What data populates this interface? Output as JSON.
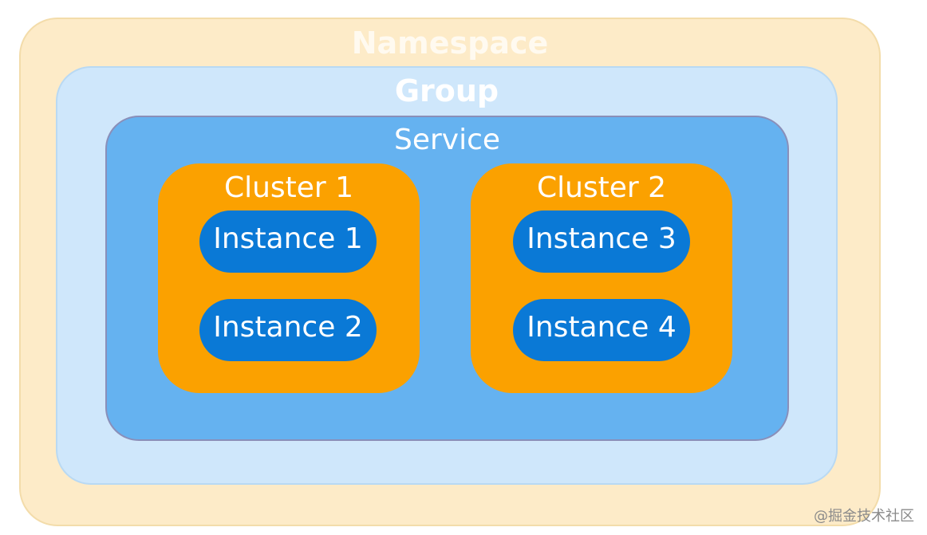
{
  "namespace": {
    "label": "Namespace"
  },
  "group": {
    "label": "Group"
  },
  "service": {
    "label": "Service"
  },
  "clusters": [
    {
      "label": "Cluster 1",
      "instances": [
        "Instance 1",
        "Instance 2"
      ]
    },
    {
      "label": "Cluster 2",
      "instances": [
        "Instance 3",
        "Instance 4"
      ]
    }
  ],
  "watermark": "@掘金技术社区",
  "colors": {
    "namespace": "#fdebc8",
    "group": "#cfe7fb",
    "service": "#65b2f0",
    "cluster": "#fba100",
    "instance": "#0a79d6"
  }
}
